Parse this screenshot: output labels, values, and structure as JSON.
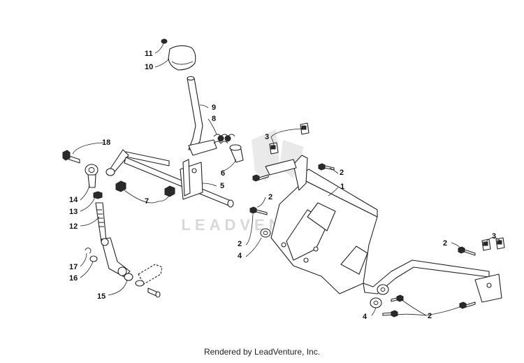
{
  "callouts": {
    "c1": "1",
    "c2": "2",
    "c3": "3",
    "c4": "4",
    "c5": "5",
    "c6": "6",
    "c7": "7",
    "c8": "8",
    "c9": "9",
    "c10": "10",
    "c11": "11",
    "c12": "12",
    "c13": "13",
    "c14": "14",
    "c15": "15",
    "c16": "16",
    "c17": "17",
    "c18": "18"
  },
  "watermark": "LEADVENTURE",
  "footer": "Rendered by LeadVenture, Inc."
}
